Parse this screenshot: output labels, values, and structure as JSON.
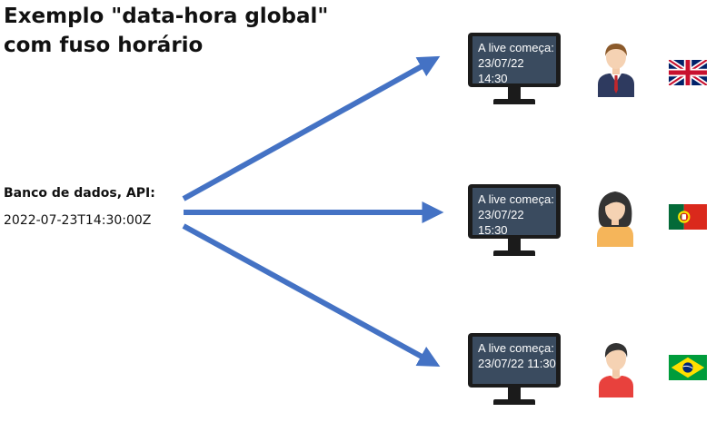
{
  "title": {
    "line1": "Exemplo \"data-hora global\"",
    "line2": "com fuso horário"
  },
  "source": {
    "label": "Banco de dados, API:",
    "value": "2022-07-23T14:30:00Z"
  },
  "clients": [
    {
      "screen_line1": "A live começa:",
      "screen_line2": "23/07/22 14:30",
      "person": "man-in-suit",
      "flag": "uk-flag"
    },
    {
      "screen_line1": "A live começa:",
      "screen_line2": "23/07/22 15:30",
      "person": "woman",
      "flag": "portugal-flag"
    },
    {
      "screen_line1": "A live começa:",
      "screen_line2": "23/07/22 11:30",
      "person": "young-man",
      "flag": "brazil-flag"
    }
  ],
  "colors": {
    "arrow": "#4472c4",
    "screen": "#3a4b5f",
    "monitor_frame": "#1b1b1b"
  }
}
